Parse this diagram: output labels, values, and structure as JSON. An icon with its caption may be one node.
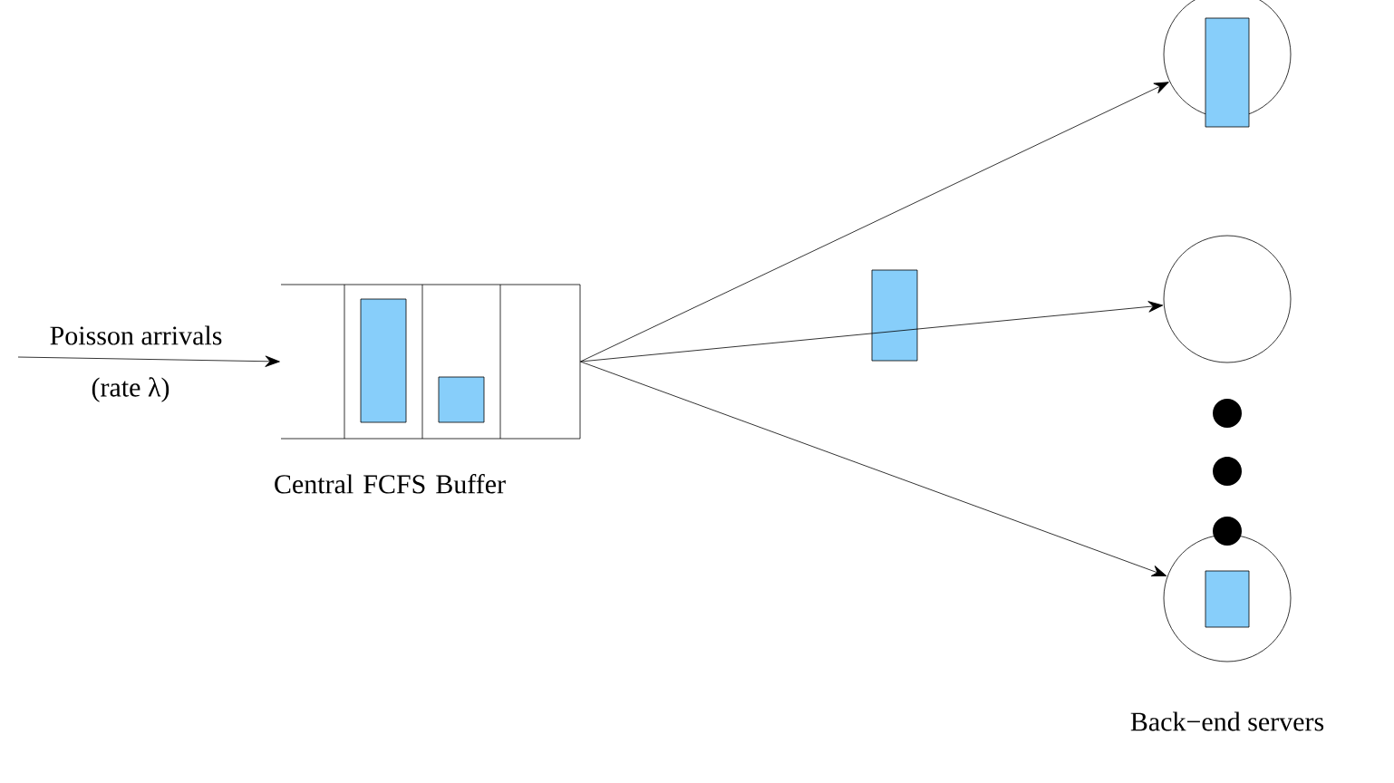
{
  "diagram": {
    "nodes": [
      {
        "text": [
          "Central FCFS Buffer"
        ]
      },
      {
        "text": [],
        "shape": "circle"
      },
      {
        "text": [],
        "shape": "circle"
      },
      {
        "text": [],
        "shape": "circle"
      }
    ],
    "edges": [
      {
        "from": null,
        "to": 0,
        "arrow": "to",
        "label": "Poisson arrivals"
      },
      {
        "from": 0,
        "to": 1,
        "arrow": "to"
      },
      {
        "from": 0,
        "to": 2,
        "arrow": "to"
      },
      {
        "from": 0,
        "to": 3,
        "arrow": "to"
      }
    ],
    "labels": [
      "(rate λ)",
      "Back−end servers"
    ]
  }
}
